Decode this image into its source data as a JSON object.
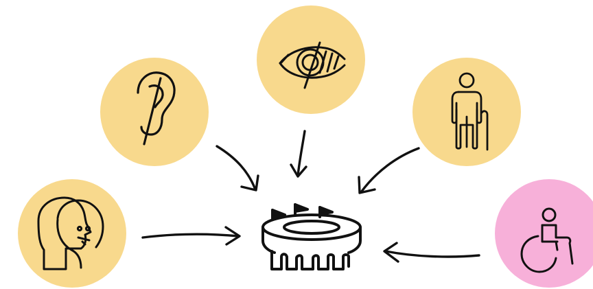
{
  "colors": {
    "primary_circle": "#f8d98d",
    "highlight_circle": "#f7b0d9",
    "stroke": "#111111",
    "background": "#ffffff"
  },
  "nodes": [
    {
      "id": "hearing",
      "icon": "deaf-ear-icon",
      "color_key": "primary_circle"
    },
    {
      "id": "vision",
      "icon": "crossed-out-eye-icon",
      "color_key": "primary_circle"
    },
    {
      "id": "elderly",
      "icon": "elderly-person-with-cane-icon",
      "color_key": "primary_circle"
    },
    {
      "id": "cognitive",
      "icon": "overlapping-heads-icon",
      "color_key": "primary_circle"
    },
    {
      "id": "mobility",
      "icon": "wheelchair-user-icon",
      "color_key": "highlight_circle"
    }
  ],
  "center": {
    "icon": "stadium-with-flags-icon"
  },
  "arrows": [
    {
      "from": "hearing",
      "to": "center"
    },
    {
      "from": "vision",
      "to": "center"
    },
    {
      "from": "elderly",
      "to": "center"
    },
    {
      "from": "cognitive",
      "to": "center"
    },
    {
      "from": "mobility",
      "to": "center"
    }
  ]
}
